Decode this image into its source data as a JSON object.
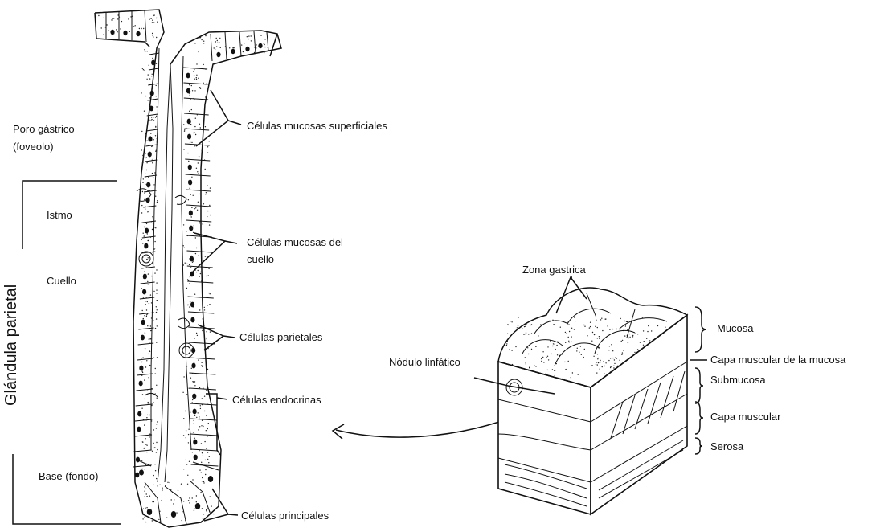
{
  "labels": {
    "poro_line1": "Poro gástrico",
    "poro_line2": "(foveolo)",
    "istmo": "Istmo",
    "cuello": "Cuello",
    "glandula": "Glándula parietal",
    "base": "Base (fondo)",
    "mucosas_sup": "Células mucosas superficiales",
    "mucosas_cuello_line1": "Células mucosas del",
    "mucosas_cuello_line2": "cuello",
    "parietales": "Células parietales",
    "endocrinas": "Células endocrinas",
    "principales": "Células principales",
    "zona_gastrica": "Zona gastrica",
    "nodulo": "Nódulo linfático",
    "mucosa": "Mucosa",
    "capa_muscular_mucosa": "Capa muscular de la mucosa",
    "submucosa": "Submucosa",
    "capa_muscular": "Capa muscular",
    "serosa": "Serosa"
  }
}
